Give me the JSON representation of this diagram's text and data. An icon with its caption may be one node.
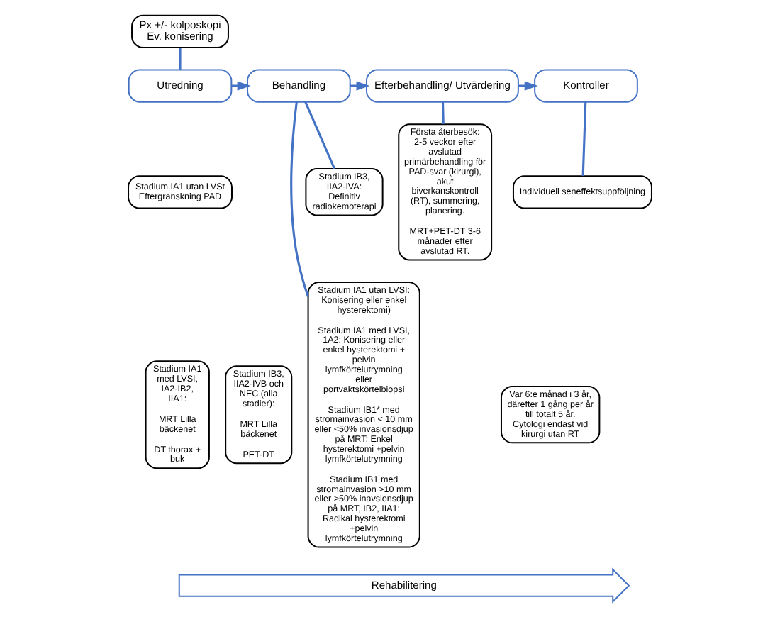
{
  "diagram": {
    "nodes": [
      {
        "text": [
          "Px +/- kolposkopi Ev. konisering"
        ]
      },
      {
        "text": [
          "Utredning"
        ]
      },
      {
        "text": [
          "Behandling"
        ]
      },
      {
        "text": [
          "Efterbehandling/ Utvärdering"
        ]
      },
      {
        "text": [
          "Kontroller"
        ]
      },
      {
        "text": [
          "Stadium IA1 utan LVSt Eftergranskning PAD"
        ]
      },
      {
        "text": [
          "Stadium IA1 med LVSI, IA2-IB2, IIA1:",
          "MRT Lilla bäckenet",
          "DT thorax + buk"
        ]
      },
      {
        "text": [
          "Stadium IB3, IIA2-IVB och NEC (alla stadier):",
          "MRT Lilla bäckenet",
          "PET-DT"
        ]
      },
      {
        "text": [
          "Stadium IA1 utan LVSI: Konisering eller enkel hysterektomi)",
          "Stadium IA1 med LVSI, 1A2: Konisering eller enkel hysterektomi + pelvin lymfkörtelutrymning eller portvaktskörtelbiopsi",
          "Stadium IB1* med stromainvasion < 10 mm eller <50% invasionsdjup på MRT: Enkel hysterektomi +pelvin lymfkörtelutrymning",
          "Stadium IB1 med stromainvasion >10 mm eller >50% inavsionsdjup på MRT, IB2, IIA1: Radikal hysterektomi +pelvin lymfkörtelutrymning"
        ]
      },
      {
        "text": [
          "Stadium IB3, IIA2-IVA: Definitiv radiokemoterapi"
        ]
      },
      {
        "text": [
          "Första återbesök: 2-5 veckor efter avslutad primärbehandling för PAD-svar (kirurgi), akut biverkanskontroll (RT), summering, planering.",
          "MRT+PET-DT 3-6 månader efter avslutad RT."
        ]
      },
      {
        "text": [
          "Individuell seneffektsuppföljning"
        ]
      },
      {
        "text": [
          "Var 6:e månad i 3 år, därefter 1 gång per år till totalt 5 år. Cytologi endast vid kirurgi utan RT"
        ]
      },
      {
        "text": [
          "Rehabilitering"
        ]
      }
    ],
    "edges": [
      {
        "from": 0,
        "to": 1,
        "arrow": "none"
      },
      {
        "from": 1,
        "to": 2,
        "arrow": "to"
      },
      {
        "from": 2,
        "to": 3,
        "arrow": "to"
      },
      {
        "from": 3,
        "to": 4,
        "arrow": "to"
      },
      {
        "from": 2,
        "to": 8,
        "arrow": "none"
      },
      {
        "from": 2,
        "to": 9,
        "arrow": "none"
      },
      {
        "from": 3,
        "to": 10,
        "arrow": "none"
      },
      {
        "from": 4,
        "to": 11,
        "arrow": "none"
      }
    ]
  }
}
